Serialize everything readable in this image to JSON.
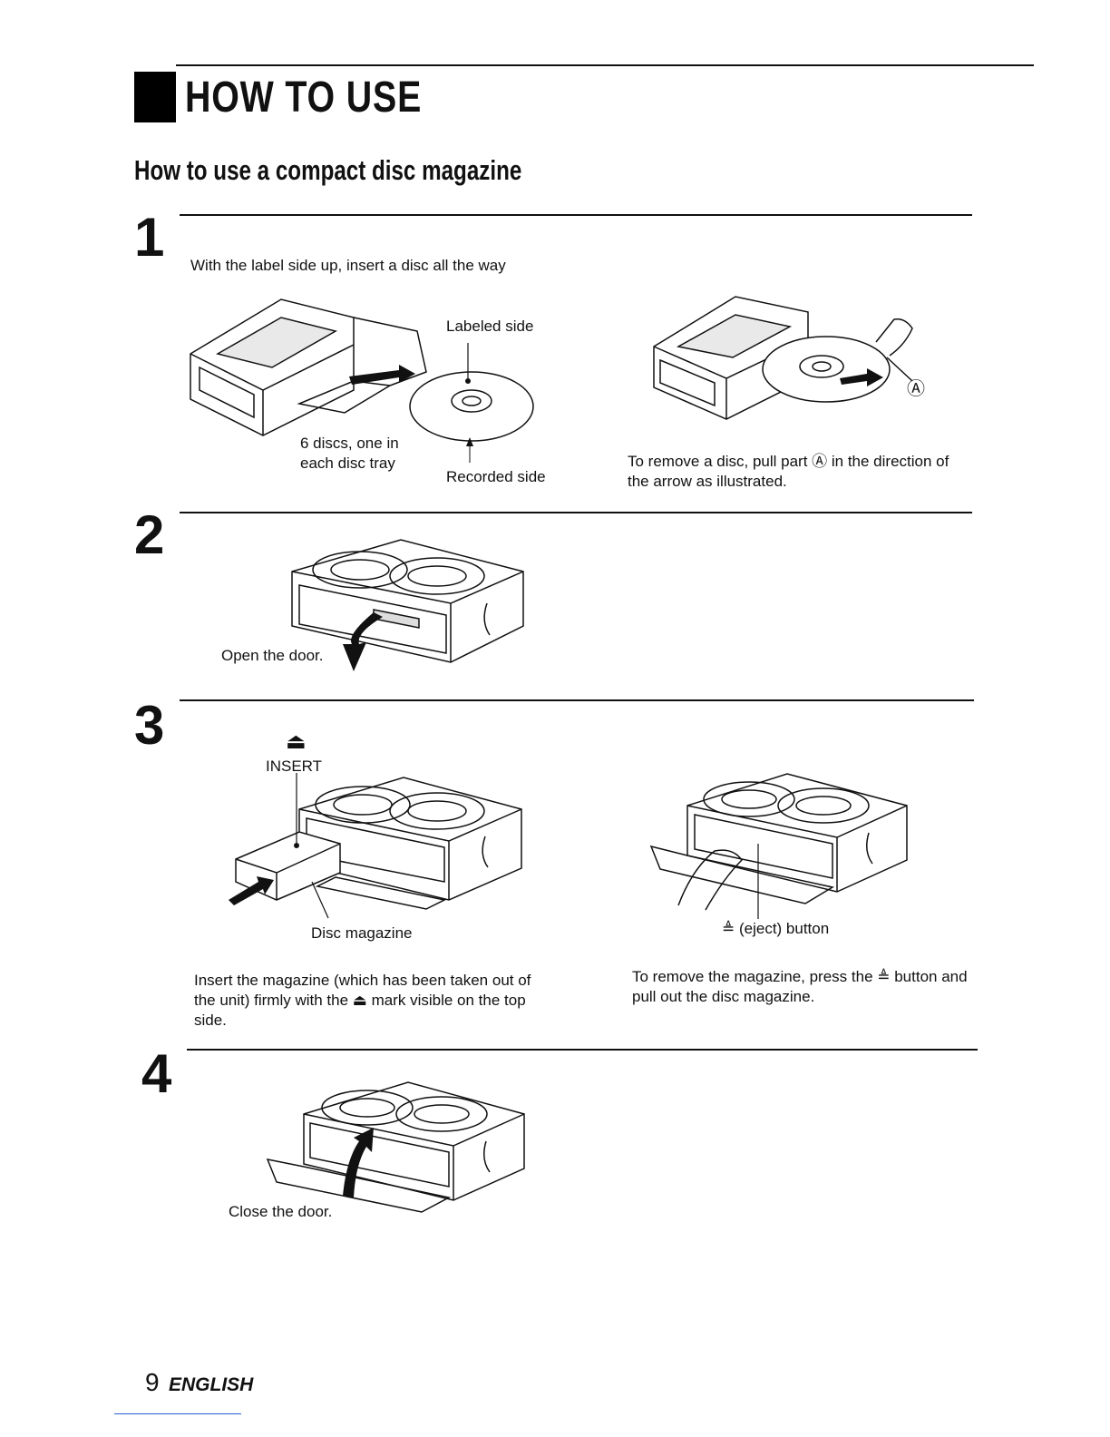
{
  "header": {
    "title": "HOW TO USE"
  },
  "section": {
    "title": "How to use a compact disc magazine"
  },
  "steps": [
    {
      "number": "1",
      "instruction": "With the label side up, insert a disc all the way",
      "labels": {
        "labeled_side": "Labeled side",
        "six_discs": "6 discs, one in each disc tray",
        "recorded_side": "Recorded side",
        "part_marker": "Ⓐ"
      },
      "note": "To remove a disc, pull part Ⓐ in the direction of the arrow as illustrated."
    },
    {
      "number": "2",
      "caption": "Open the door."
    },
    {
      "number": "3",
      "labels": {
        "insert_symbol": "⏏",
        "insert": "INSERT",
        "disc_magazine": "Disc magazine",
        "eject_button": "≜ (eject) button"
      },
      "note_left": "Insert the magazine (which has been taken out of the unit) firmly with the ⏏ mark visible on the top side.",
      "note_right": "To remove the magazine, press the ≜ button and pull out the disc magazine."
    },
    {
      "number": "4",
      "caption": "Close the door."
    }
  ],
  "footer": {
    "page_number": "9",
    "language": "ENGLISH"
  }
}
